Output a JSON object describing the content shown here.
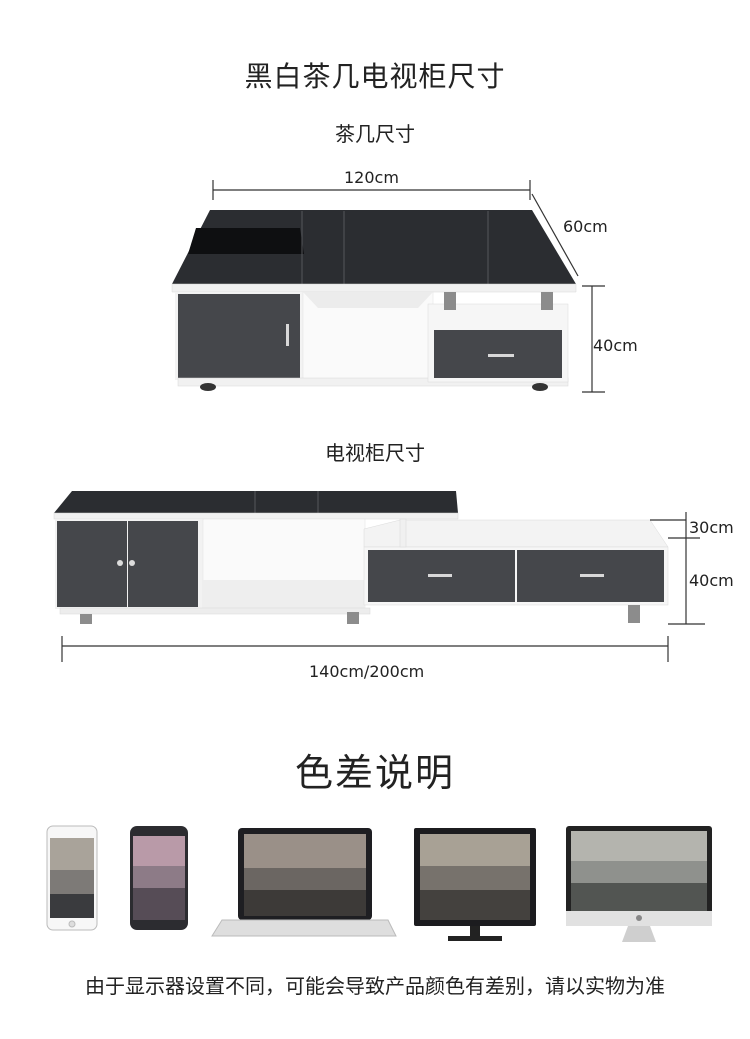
{
  "title": "黑白茶几电视柜尺寸",
  "coffee_table": {
    "heading": "茶几尺寸",
    "width": "120cm",
    "depth": "60cm",
    "height": "40cm"
  },
  "tv_cabinet": {
    "heading": "电视柜尺寸",
    "depth": "30cm",
    "height": "40cm",
    "length": "140cm/200cm"
  },
  "color_section": {
    "heading": "色差说明",
    "devices": [
      "phone-white",
      "phone-dark",
      "laptop",
      "monitor",
      "imac"
    ],
    "disclaimer": "由于显示器设置不同，可能会导致产品颜色有差别，请以实物为准"
  },
  "colors": {
    "glass": "#2b2d31",
    "panel_dark": "#45474b",
    "frame_white": "#f4f4f4",
    "line": "#333333"
  }
}
